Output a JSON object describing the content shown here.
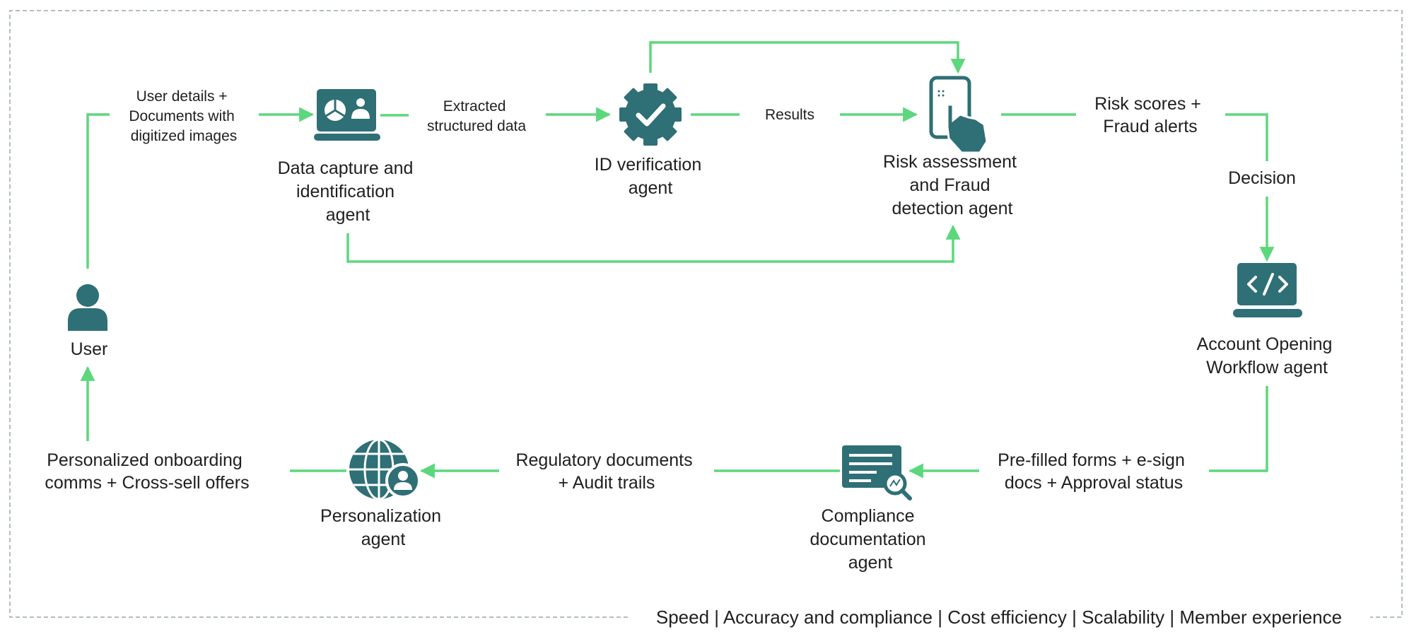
{
  "colors": {
    "accent": "#5dd77d",
    "icon": "#2f6f76",
    "text": "#1f1f1f",
    "border": "#9aa9aa"
  },
  "nodes": {
    "user": {
      "lines": [
        "User"
      ],
      "icon": "person-icon"
    },
    "data_capture": {
      "lines": [
        "Data capture and",
        "identification",
        "agent"
      ],
      "icon": "laptop-chart-icon"
    },
    "id_verification": {
      "lines": [
        "ID verification",
        "agent"
      ],
      "icon": "verified-badge-icon"
    },
    "risk_fraud": {
      "lines": [
        "Risk assessment",
        "and Fraud",
        "detection agent"
      ],
      "icon": "phone-touch-icon"
    },
    "account_opening": {
      "lines": [
        "Account Opening",
        "Workflow agent"
      ],
      "icon": "laptop-code-icon"
    },
    "compliance": {
      "lines": [
        "Compliance",
        "documentation",
        "agent"
      ],
      "icon": "document-search-icon"
    },
    "personalization": {
      "lines": [
        "Personalization",
        "agent"
      ],
      "icon": "globe-user-icon"
    }
  },
  "edges": {
    "user_to_capture": [
      "User details +",
      "Documents with",
      "digitized images"
    ],
    "capture_to_id": [
      "Extracted",
      "structured data"
    ],
    "id_to_risk": [
      "Results"
    ],
    "risk_to_decision": [
      "Risk scores +",
      "Fraud alerts"
    ],
    "decision": [
      "Decision"
    ],
    "account_to_compliance": [
      "Pre-filled forms + e-sign",
      "docs + Approval status"
    ],
    "compliance_to_personalization": [
      "Regulatory documents",
      "+ Audit trails"
    ],
    "personalization_to_user": [
      "Personalized onboarding",
      "comms + Cross-sell offers"
    ]
  },
  "footer": "Speed | Accuracy and compliance | Cost efficiency | Scalability | Member experience"
}
